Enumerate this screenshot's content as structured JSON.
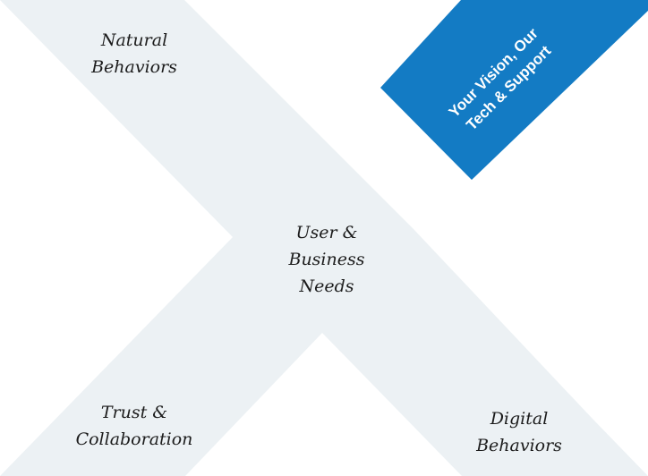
{
  "colors": {
    "x_shape": "#ecf1f4",
    "banner": "#137bc4",
    "banner_text": "#ffffff",
    "label_text": "#1c1c1c",
    "background": "#ffffff"
  },
  "labels": {
    "natural_behaviors": [
      "Natural",
      "Behaviors"
    ],
    "center": [
      "User &",
      "Business",
      "Needs"
    ],
    "trust_collaboration": [
      "Trust &",
      "Collaboration"
    ],
    "digital_behaviors": [
      "Digital",
      "Behaviors"
    ]
  },
  "banner": {
    "lines": [
      "Your Vision, Our",
      "Tech & Support"
    ]
  }
}
